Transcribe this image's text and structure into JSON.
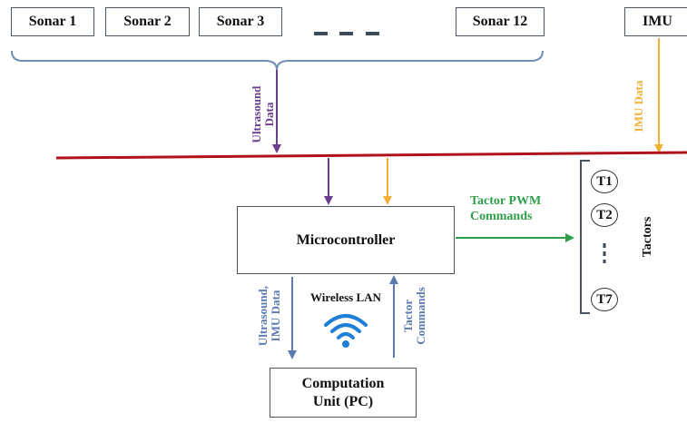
{
  "sonars": [
    "Sonar 1",
    "Sonar 2",
    "Sonar 3",
    "Sonar 12"
  ],
  "imu": "IMU",
  "labels": {
    "ultrasound_data": "Ultrasound\nData",
    "imu_data": "IMU Data",
    "tactor_pwm": "Tactor PWM\nCommands",
    "tactors": "Tactors",
    "ultrasound_imu": "Ultrasound,\nIMU Data",
    "wireless_lan": "Wireless LAN",
    "tactor_commands": "Tactor\nCommands"
  },
  "microcontroller": "Microcontroller",
  "computation_unit": "Computation\nUnit (PC)",
  "tactor_items": [
    "T1",
    "T2",
    "T7"
  ],
  "colors": {
    "purple": "#6b3d8e",
    "orange": "#f2b134",
    "red": "#b0121b",
    "green": "#2e9e4a",
    "blue": "#5a7ab0",
    "wifi": "#1e7fd6",
    "dashes": "#3c4a5c"
  }
}
